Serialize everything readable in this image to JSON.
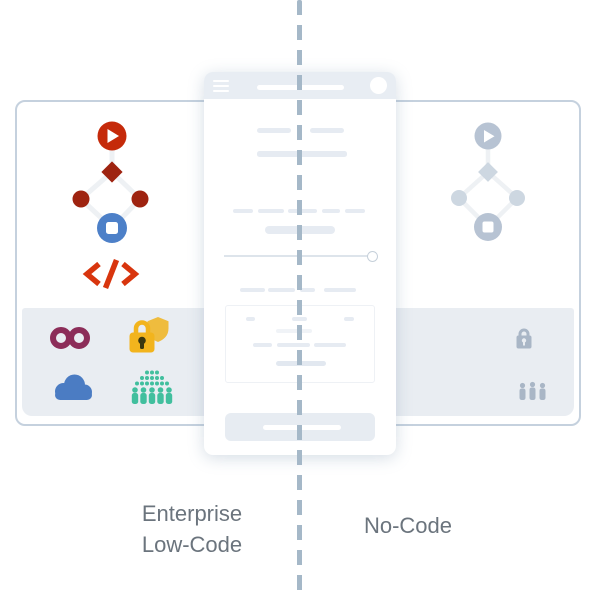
{
  "divider": {
    "orientation": "vertical",
    "style": "dashed",
    "color": "#a5b8c8"
  },
  "sections": {
    "left": {
      "label_lines": [
        "Enterprise",
        "Low-Code"
      ],
      "workflow": {
        "nodes": [
          "play-start",
          "decision-diamond",
          "task-left",
          "task-right",
          "stop-end",
          "code-brackets"
        ],
        "colors": {
          "start": "#c52a0a",
          "decision": "#9e2310",
          "task": "#9e2310",
          "end": "#4d80c8",
          "code": "#d8350e",
          "connector": "#eef1f4"
        }
      },
      "capability_icons": [
        {
          "name": "infinity-icon",
          "color": "#8c2d59"
        },
        {
          "name": "lock-shield-icon",
          "lock_color": "#f2b41d",
          "shield_color": "#efbc3e",
          "keyhole_color": "#3b370f"
        },
        {
          "name": "cloud-icon",
          "color": "#4b7cc3"
        },
        {
          "name": "crowd-icon",
          "color": "#41bf9e"
        }
      ]
    },
    "right": {
      "label": "No-Code",
      "workflow": {
        "nodes": [
          "play-start",
          "decision-diamond",
          "task-left",
          "task-right",
          "stop-end"
        ],
        "colors": {
          "start": "#b7c3d3",
          "decision": "#cdd7e1",
          "task": "#cdd7e1",
          "end": "#b7c3d3",
          "connector": "#eef1f4"
        }
      },
      "capability_icons": [
        {
          "name": "lock-icon",
          "color": "#a9b6c6"
        },
        {
          "name": "people-icon",
          "color": "#a9b6c6"
        }
      ]
    }
  },
  "phone_mockup": {
    "header_icons": [
      "menu-icon",
      "avatar"
    ],
    "content": [
      "title-placeholder",
      "text-placeholders",
      "slider",
      "form-card",
      "button-placeholder"
    ],
    "colors": {
      "header": "#e8edf3",
      "placeholder": "#e6ebf2",
      "button": "#e7ecf2"
    }
  },
  "panel": {
    "border_color": "#c5d1de",
    "strip_color": "#e9edf2"
  },
  "text_color": "#6b747d"
}
